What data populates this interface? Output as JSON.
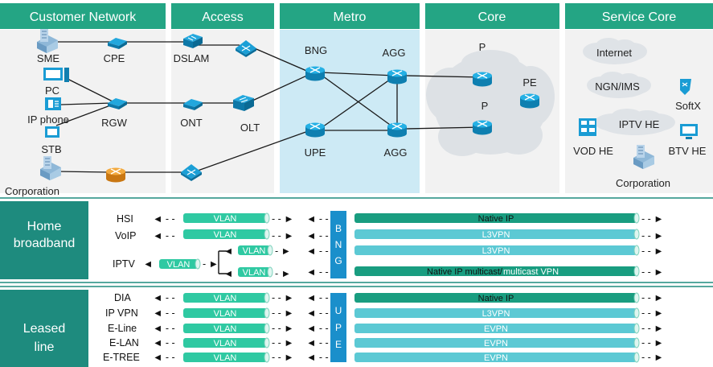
{
  "colors": {
    "header_teal": "#24a584",
    "panel_grey": "#f2f2f2",
    "metro_blue": "#cdeaf5",
    "device_blue": "#16a2d7",
    "pipe_green": "#2fc9a2",
    "pipe_dark": "#199d80",
    "pipe_light": "#5cc9d4",
    "section_teal": "#1e8b7e",
    "divider_blue": "#1a8fcb",
    "cloud_grey": "#e1e4e8",
    "orange_router": "#ef9a2b"
  },
  "headers": [
    "Customer Network",
    "Access",
    "Metro",
    "Core",
    "Service Core"
  ],
  "customer": {
    "sme": "SME",
    "pc": "PC",
    "ip_phone": "IP phone",
    "stb": "STB",
    "corporation": "Corporation",
    "cpe": "CPE",
    "rgw": "RGW"
  },
  "access": {
    "dslam": "DSLAM",
    "ont": "ONT",
    "olt": "OLT"
  },
  "metro": {
    "bng": "BNG",
    "agg_top": "AGG",
    "upe": "UPE",
    "agg_bottom": "AGG"
  },
  "core": {
    "p_top": "P",
    "pe": "PE",
    "p_bottom": "P"
  },
  "service_core": {
    "internet": "Internet",
    "ngn": "NGN/IMS",
    "softx": "SoftX",
    "iptv_he": "IPTV HE",
    "vod_he": "VOD HE",
    "btv_he": "BTV HE",
    "corporation": "Corporation"
  },
  "home": {
    "title_line1": "Home",
    "title_line2": "broadband",
    "divider_letters": [
      "B",
      "N",
      "G"
    ],
    "rows": [
      {
        "service": "HSI",
        "vlan": "VLAN",
        "right": "Native IP"
      },
      {
        "service": "VoIP",
        "vlan": "VLAN",
        "right": "L3VPN"
      },
      {
        "service": "IPTV",
        "vlan": "VLAN",
        "branch_vlan_1": "VLAN",
        "branch_vlan_2": "VLAN",
        "right_1": "L3VPN",
        "right_2a": "Native IP multicast/",
        "right_2b": "multicast VPN"
      }
    ]
  },
  "leased": {
    "title_line1": "Leased",
    "title_line2": "line",
    "divider_letters": [
      "U",
      "P",
      "E"
    ],
    "rows": [
      {
        "service": "DIA",
        "vlan": "VLAN",
        "right": "Native IP"
      },
      {
        "service": "IP VPN",
        "vlan": "VLAN",
        "right": "L3VPN"
      },
      {
        "service": "E-Line",
        "vlan": "VLAN",
        "right": "EVPN"
      },
      {
        "service": "E-LAN",
        "vlan": "VLAN",
        "right": "EVPN"
      },
      {
        "service": "E-TREE",
        "vlan": "VLAN",
        "right": "EVPN"
      }
    ]
  }
}
